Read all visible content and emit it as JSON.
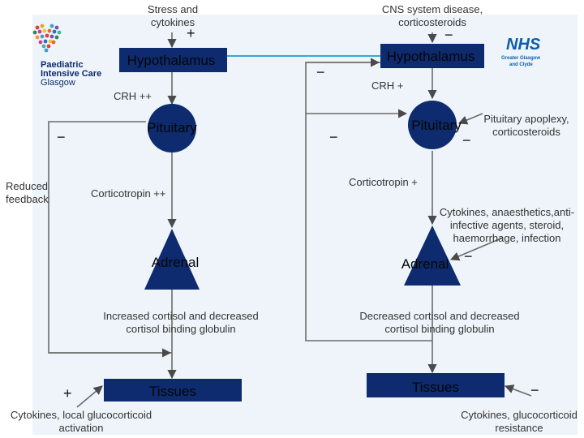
{
  "colors": {
    "node_fill": "#0d2b6e",
    "arrow": "#6b6b6b",
    "connector": "#34a8d8",
    "panel": "#eef4f9"
  },
  "left": {
    "input_label": "Stress and\ncytokines",
    "input_sign": "+",
    "hypothalamus": "Hypothalamus",
    "crh": "CRH ++",
    "pituitary": "Pituitary",
    "feedback_sign": "−",
    "feedback_label": "Reduced\nfeedback",
    "corticotropin": "Corticotropin ++",
    "adrenal": "Adrenal",
    "cortisol": "Increased cortisol and decreased\ncortisol binding globulin",
    "tissues": "Tissues",
    "tissues_sign": "+",
    "tissues_input": "Cytokines, local glucocorticoid\nactivation"
  },
  "right": {
    "input_label": "CNS system disease,\ncorticosteroids",
    "input_sign": "−",
    "hypothalamus": "Hypothalamus",
    "hypothalamus_side_sign": "−",
    "crh": "CRH +",
    "pituitary": "Pituitary",
    "pituitary_left_sign": "−",
    "pituitary_input": "Pituitary apoplexy,\ncorticosteroids",
    "pituitary_input_sign": "−",
    "corticotropin": "Corticotropin +",
    "adrenal_input": "Cytokines, anaesthetics,anti-\ninfective agents, steroid,\nhaemorrhage, infection",
    "adrenal_input_sign": "−",
    "adrenal": "Adrenal",
    "cortisol": "Decreased cortisol and decreased\ncortisol binding globulin",
    "tissues": "Tissues",
    "tissues_sign": "−",
    "tissues_input": "Cytokines, glucocorticoid\nresistance"
  },
  "logos": {
    "left_line1": "Paediatric",
    "left_line2": "Intensive Care",
    "left_line3": "Glasgow",
    "right_line1": "NHS",
    "right_line2": "Greater Glasgow",
    "right_line3": "and Clyde"
  }
}
